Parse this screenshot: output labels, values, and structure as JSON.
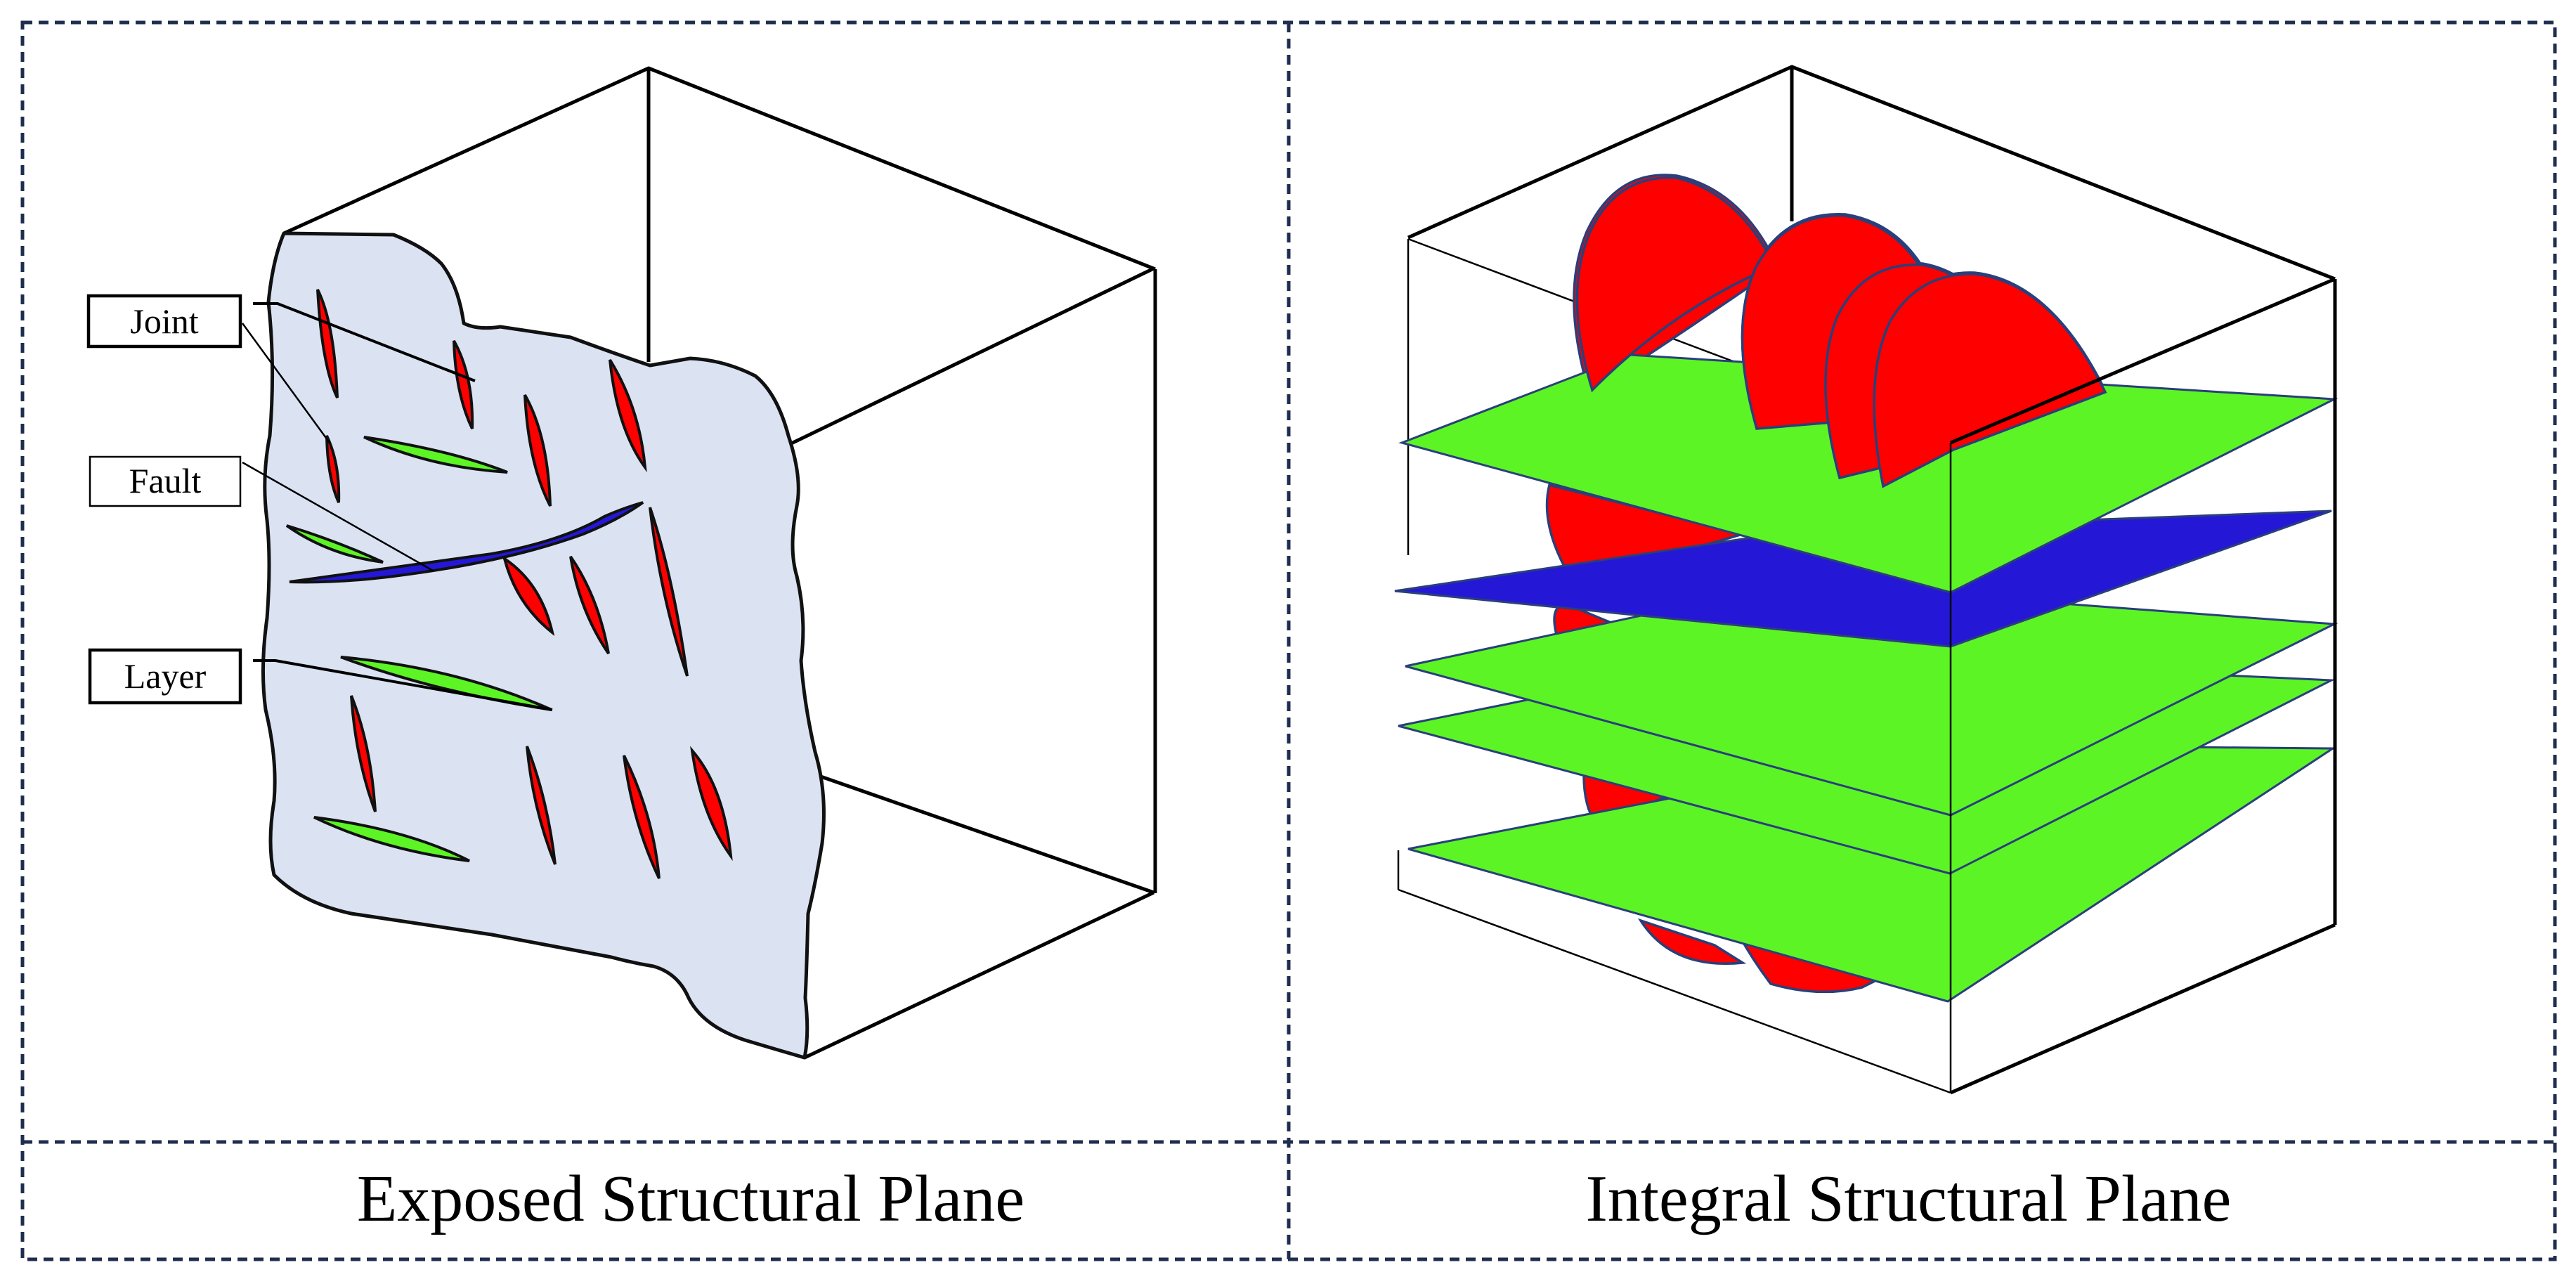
{
  "panels": {
    "left": {
      "caption": "Exposed Structural Plane",
      "labels": {
        "joint": "Joint",
        "fault": "Fault",
        "layer": "Layer"
      }
    },
    "right": {
      "caption": "Integral Structural Plane"
    }
  },
  "colors": {
    "joint": "#ff0000",
    "layer": "#5df425",
    "fault": "#2418d6",
    "outcrop": "#dbe3f3",
    "frame": "#1f2d4f"
  }
}
